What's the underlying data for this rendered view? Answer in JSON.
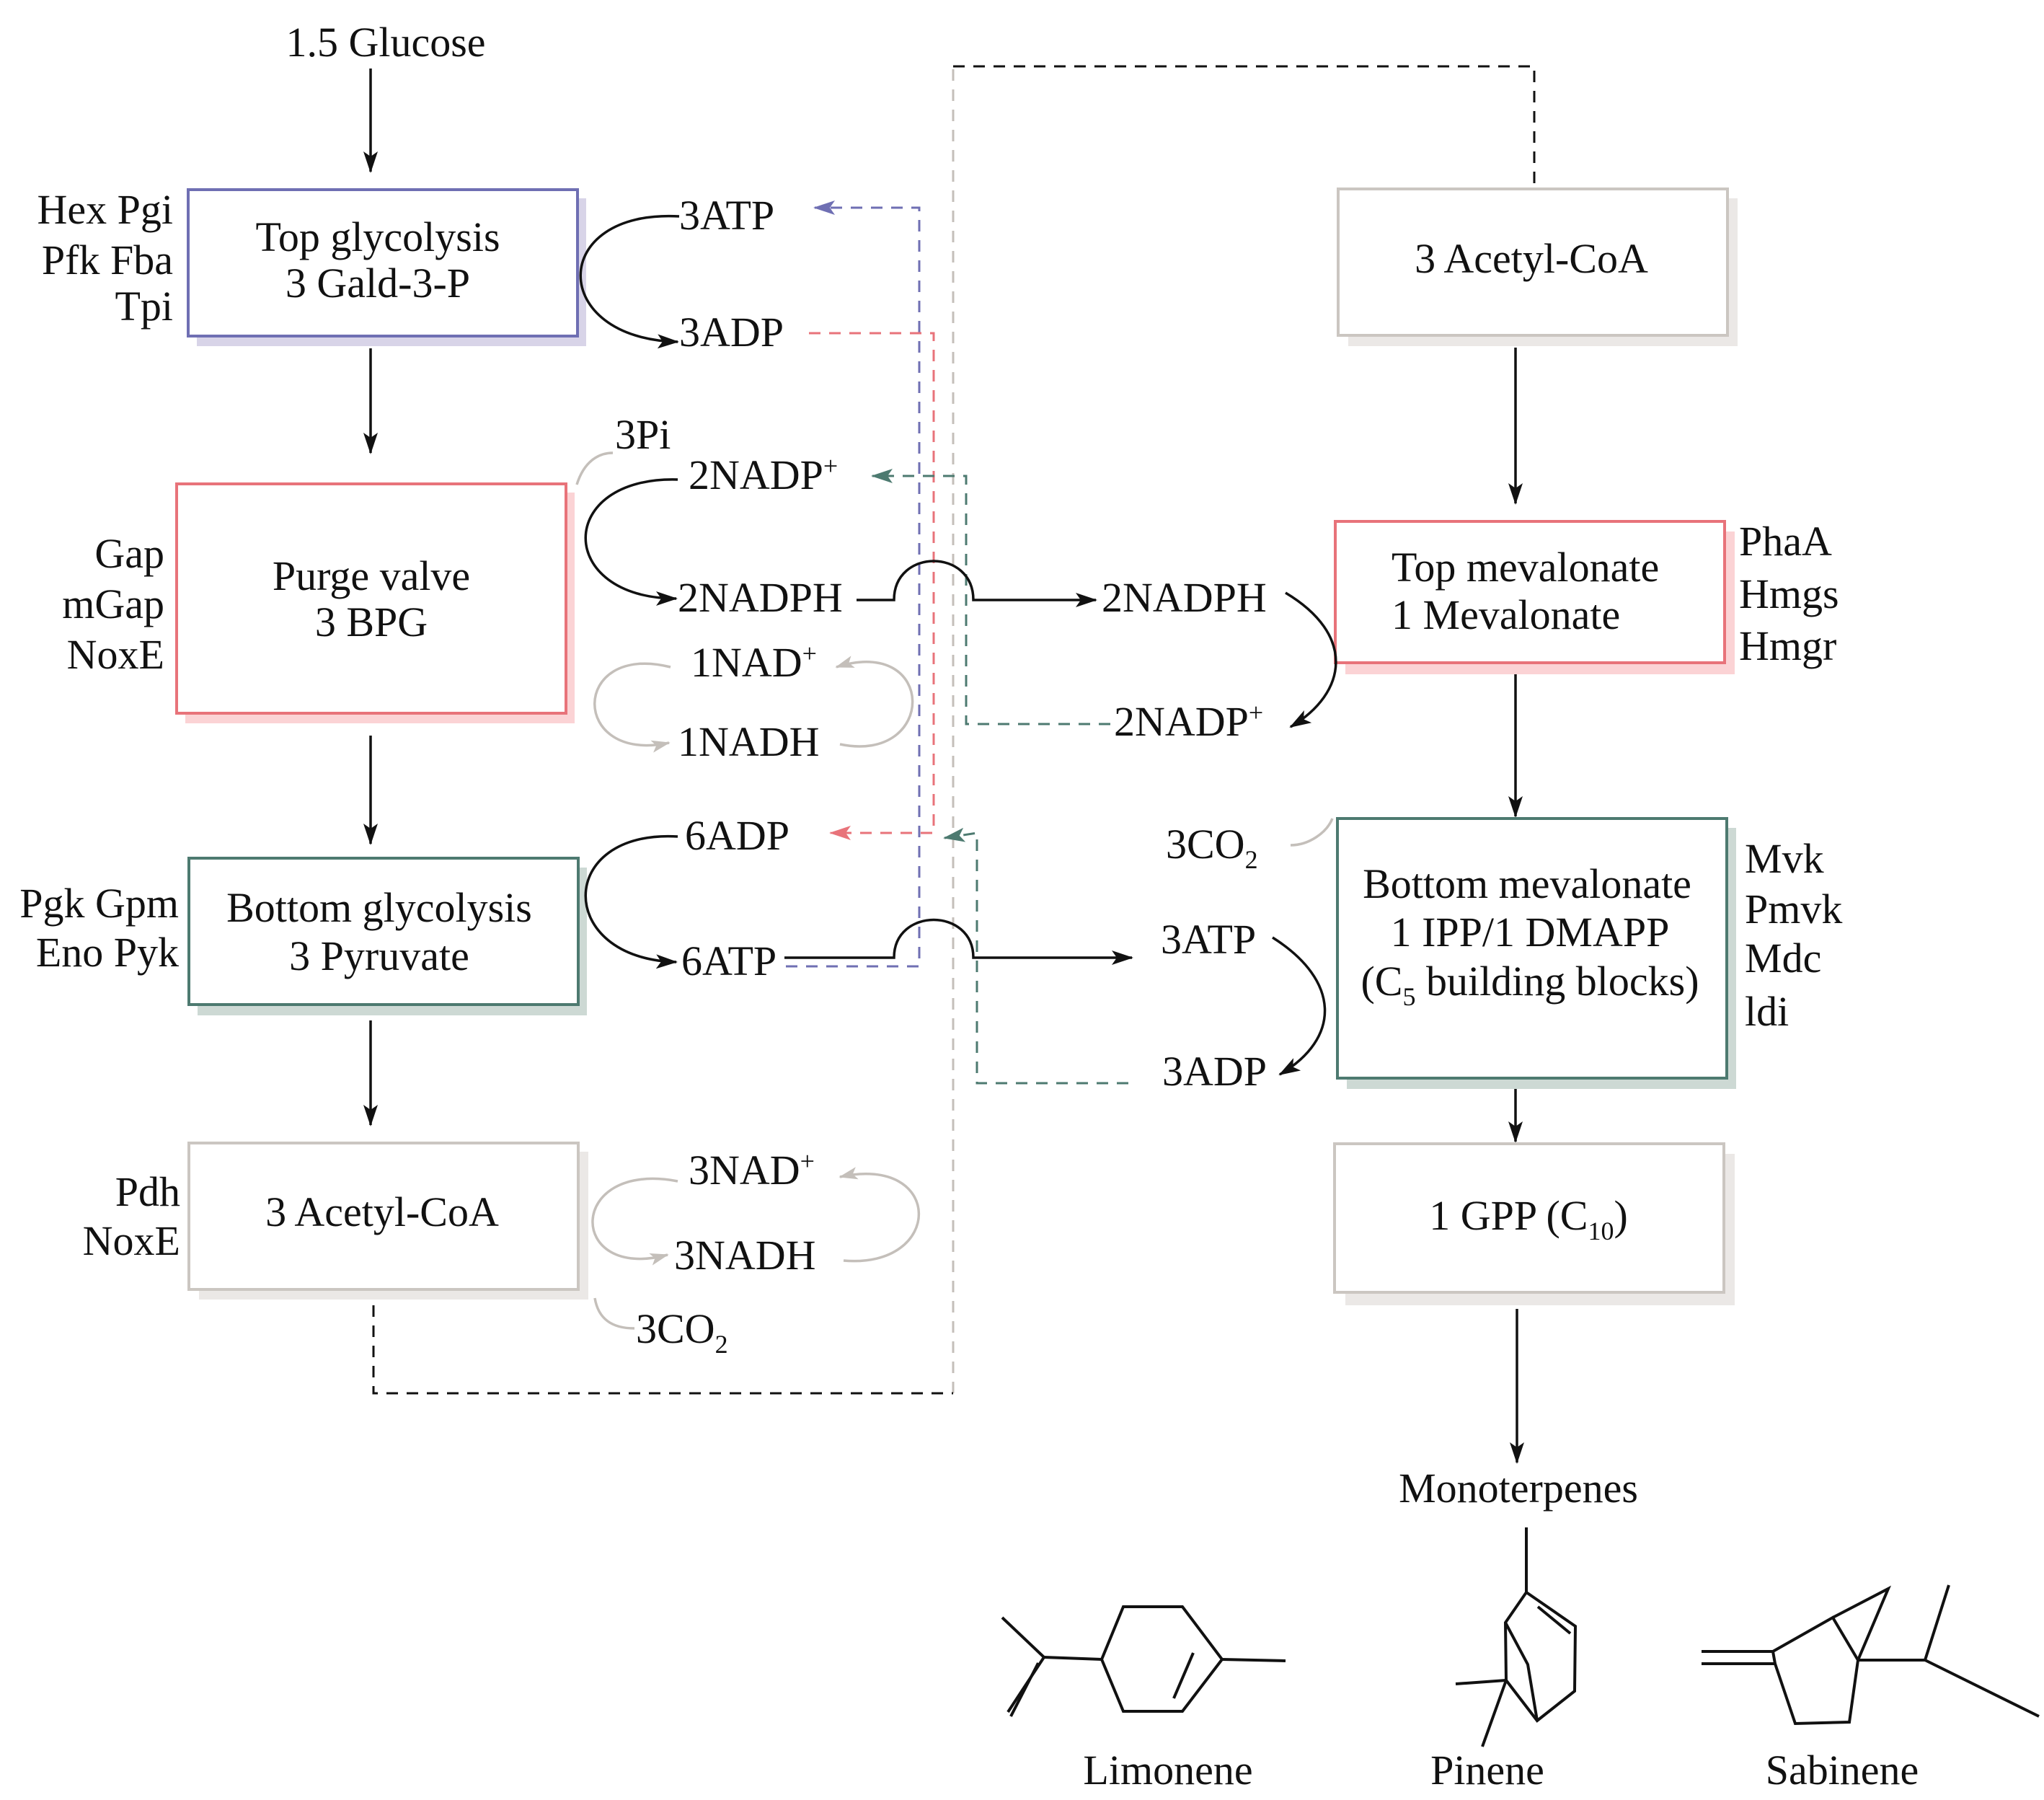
{
  "colors": {
    "top_glycolysis": "#6f6fb3",
    "top_glycolysis_shadow": "#d8d4e8",
    "purge": "#e8737a",
    "purge_shadow": "#fbd3d5",
    "bottom": "#4d7a70",
    "bottom_shadow": "#cdd9d4",
    "neutral": "#cbc6c1",
    "neutral_shadow": "#ebe8e6",
    "grey_arrow": "#c4bfba",
    "black": "#111111"
  },
  "input": "1.5 Glucose",
  "left_boxes": [
    {
      "id": "top-glycolysis",
      "line1": "Top glycolysis",
      "line2": "3 Gald-3-P",
      "enzymes": [
        "Hex Pgi",
        "Pfk Fba",
        "Tpi"
      ]
    },
    {
      "id": "purge-valve",
      "line1": "Purge valve",
      "line2": "3 BPG",
      "enzymes": [
        "Gap",
        "mGap",
        "NoxE"
      ]
    },
    {
      "id": "bottom-glycolysis",
      "line1": "Bottom glycolysis",
      "line2": "3 Pyruvate",
      "enzymes": [
        "Pgk Gpm",
        "Eno Pyk"
      ]
    },
    {
      "id": "acetyl-coa-left",
      "line1": "3 Acetyl-CoA",
      "enzymes": [
        "Pdh",
        "NoxE"
      ]
    }
  ],
  "right_boxes": [
    {
      "id": "acetyl-coa-right",
      "line1": "3 Acetyl-CoA"
    },
    {
      "id": "top-mevalonate",
      "line1": "Top mevalonate",
      "line2": "1 Mevalonate",
      "enzymes": [
        "PhaA",
        "Hmgs",
        "Hmgr"
      ]
    },
    {
      "id": "bottom-mevalonate",
      "line1": "Bottom mevalonate",
      "line2": "1 IPP/1 DMAPP",
      "line3_pre": "(C",
      "line3_sub": "5",
      "line3_post": " building blocks)",
      "enzymes": [
        "Mvk",
        "Pmvk",
        "Mdc",
        "ldi"
      ]
    },
    {
      "id": "gpp",
      "line1_pre": "1 GPP (C",
      "line1_sub": "10",
      "line1_post": ")"
    }
  ],
  "cofactors": {
    "atp_top": "3ATP",
    "adp_top": "3ADP",
    "pi": "3Pi",
    "nadp_left": {
      "base": "2NADP",
      "sup": "+"
    },
    "nadph_left": "2NADPH",
    "nad_purge": {
      "base": "1NAD",
      "sup": "+"
    },
    "nadh_purge": "1NADH",
    "adp_bottom": "6ADP",
    "atp_bottom": "6ATP",
    "nad_acetyl": {
      "base": "3NAD",
      "sup": "+"
    },
    "nadh_acetyl": "3NADH",
    "co2_left": {
      "base": "3CO",
      "sub": "2"
    },
    "nadph_right": "2NADPH",
    "nadp_right": {
      "base": "2NADP",
      "sup": "+"
    },
    "co2_right": {
      "base": "3CO",
      "sub": "2"
    },
    "atp_right": "3ATP",
    "adp_right": "3ADP"
  },
  "output": "Monoterpenes",
  "products": [
    "Limonene",
    "Pinene",
    "Sabinene"
  ]
}
